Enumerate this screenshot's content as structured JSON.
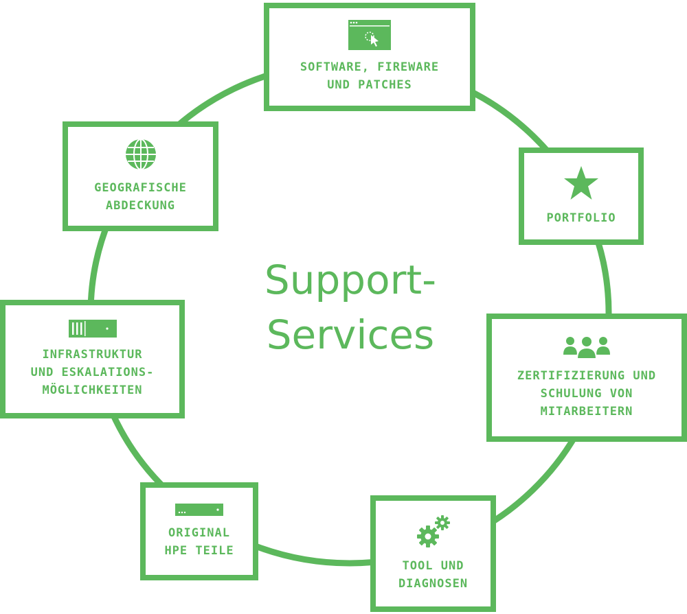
{
  "center": {
    "line1": "Support-",
    "line2": "Services"
  },
  "colors": {
    "accent": "#5cb85c",
    "background": "#ffffff"
  },
  "nodes": [
    {
      "id": "software",
      "icon": "browser-cursor-icon",
      "lines": [
        "SOFTWARE, FIREWARE",
        "UND PATCHES"
      ]
    },
    {
      "id": "portfolio",
      "icon": "star-icon",
      "lines": [
        "PORTFOLIO"
      ]
    },
    {
      "id": "zertifizierung",
      "icon": "people-group-icon",
      "lines": [
        "ZERTIFIZIERUNG UND",
        "SCHULUNG VON",
        "MITARBEITERN"
      ]
    },
    {
      "id": "tool",
      "icon": "gears-icon",
      "lines": [
        "TOOL UND",
        "DIAGNOSEN"
      ]
    },
    {
      "id": "hpe",
      "icon": "server-icon",
      "lines": [
        "ORIGINAL",
        "HPE TEILE"
      ]
    },
    {
      "id": "infrastruktur",
      "icon": "server-rack-icon",
      "lines": [
        "INFRASTRUKTUR",
        "UND ESKALATIONS-",
        "MÖGLICHKEITEN"
      ]
    },
    {
      "id": "geografische",
      "icon": "globe-icon",
      "lines": [
        "GEOGRAFISCHE",
        "ABDECKUNG"
      ]
    }
  ]
}
